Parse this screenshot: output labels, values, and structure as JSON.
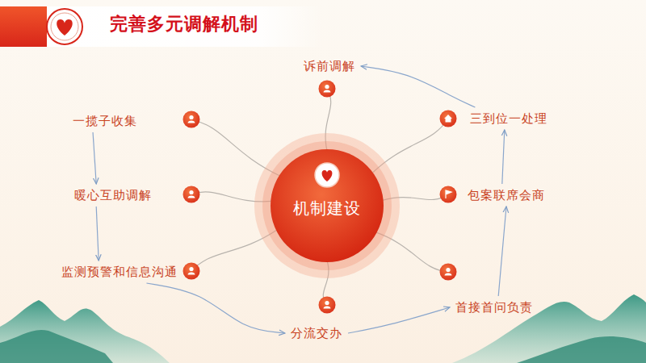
{
  "diagram": {
    "title": "完善多元调解机制",
    "nodes": [
      {
        "text": [
          "机制建设"
        ]
      },
      {
        "text": [
          "一揽子收集"
        ]
      },
      {
        "text": [
          "暖心互助调解"
        ]
      },
      {
        "text": [
          "监测预警和信息沟通"
        ]
      },
      {
        "text": [
          "分流交办"
        ]
      },
      {
        "text": [
          "首接首问负责"
        ]
      },
      {
        "text": [
          "包案联席会商"
        ]
      },
      {
        "text": [
          "三到位一处理"
        ]
      },
      {
        "text": [
          "诉前调解"
        ]
      }
    ],
    "edges": [
      {
        "from": 1,
        "to": 2,
        "arrow": "to"
      },
      {
        "from": 2,
        "to": 3,
        "arrow": "to"
      },
      {
        "from": 3,
        "to": 4,
        "arrow": "to"
      },
      {
        "from": 4,
        "to": 5,
        "arrow": "to"
      },
      {
        "from": 5,
        "to": 6,
        "arrow": "to"
      },
      {
        "from": 6,
        "to": 7,
        "arrow": "to"
      },
      {
        "from": 7,
        "to": 8,
        "arrow": "to"
      }
    ]
  }
}
